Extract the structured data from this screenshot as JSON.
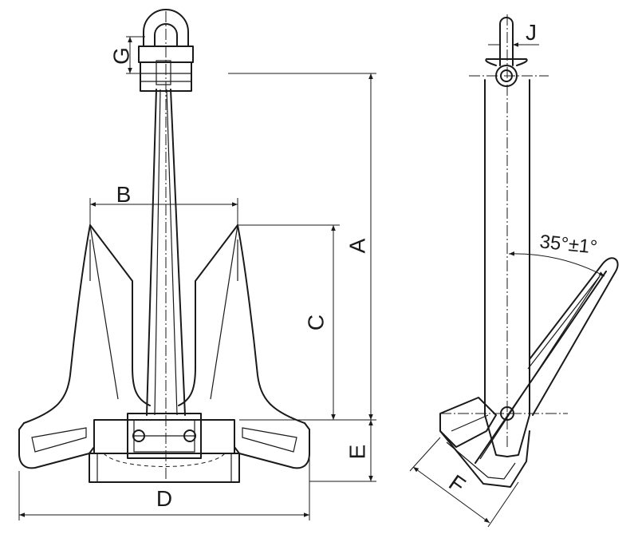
{
  "labels": {
    "A": "A",
    "B": "B",
    "C": "C",
    "D": "D",
    "E": "E",
    "F": "F",
    "G": "G",
    "J": "J",
    "angle": "35°±1°"
  }
}
